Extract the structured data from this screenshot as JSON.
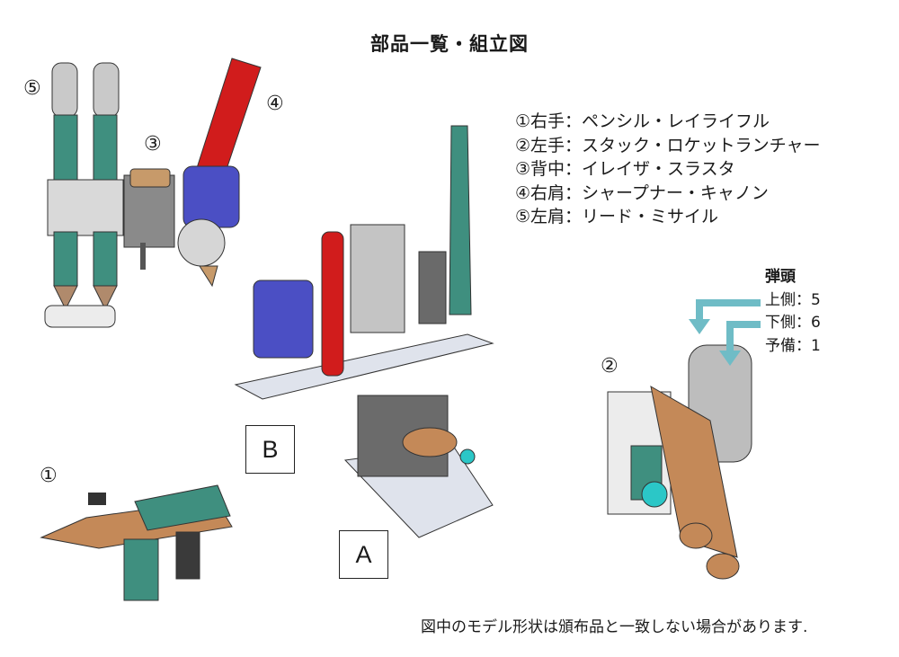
{
  "title": "部品一覧・組立図",
  "legend": [
    "①右手：ペンシル・レイライフル",
    "②左手：スタック・ロケットランチャー",
    "③背中：イレイザ・スラスタ",
    "④右肩：シャープナー・キャノン",
    "⑤左肩：リード・ミサイル"
  ],
  "part_numbers": {
    "p1": "①",
    "p2": "②",
    "p3": "③",
    "p4": "④",
    "p5": "⑤"
  },
  "runner_labels": {
    "a": "A",
    "b": "B"
  },
  "ammo": {
    "heading": "弾頭",
    "rows": [
      "上側：5",
      "下側：6",
      "予備：1"
    ]
  },
  "note": "図中のモデル形状は頒布品と一致しない場合があります."
}
